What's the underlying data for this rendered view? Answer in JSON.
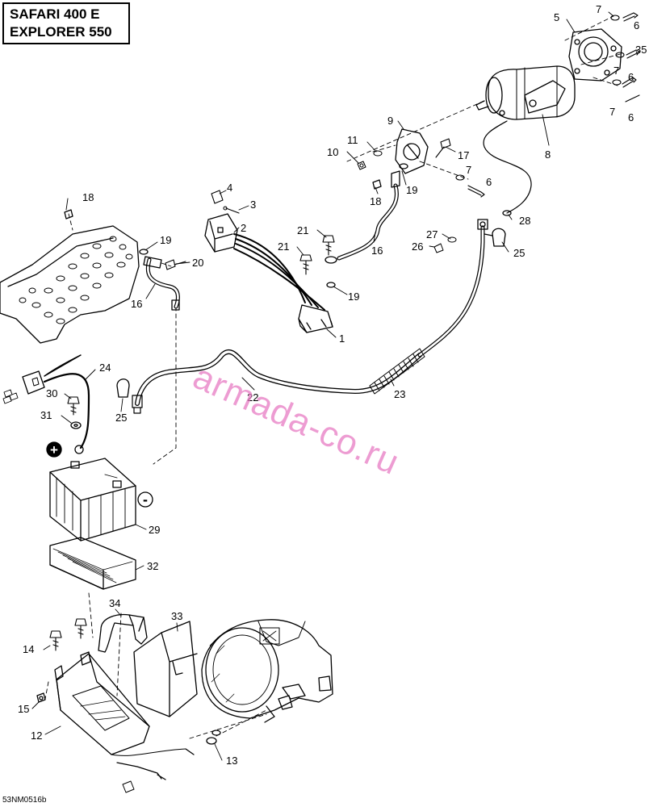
{
  "title": {
    "line1": "SAFARI 400 E",
    "line2": "EXPLORER 550"
  },
  "diagram_code": "53NM0516b",
  "watermark": "armada-co.ru",
  "polarity": {
    "positive": "+",
    "negative": "-"
  },
  "callouts": [
    {
      "id": "c1",
      "label": "1"
    },
    {
      "id": "c2",
      "label": "2"
    },
    {
      "id": "c3",
      "label": "3"
    },
    {
      "id": "c4",
      "label": "4"
    },
    {
      "id": "c5",
      "label": "5"
    },
    {
      "id": "c6a",
      "label": "6"
    },
    {
      "id": "c6b",
      "label": "6"
    },
    {
      "id": "c6c",
      "label": "6"
    },
    {
      "id": "c6d",
      "label": "6"
    },
    {
      "id": "c7a",
      "label": "7"
    },
    {
      "id": "c7b",
      "label": "7"
    },
    {
      "id": "c7c",
      "label": "7"
    },
    {
      "id": "c7d",
      "label": "7"
    },
    {
      "id": "c8",
      "label": "8"
    },
    {
      "id": "c9",
      "label": "9"
    },
    {
      "id": "c10",
      "label": "10"
    },
    {
      "id": "c11",
      "label": "11"
    },
    {
      "id": "c12",
      "label": "12"
    },
    {
      "id": "c13",
      "label": "13"
    },
    {
      "id": "c14",
      "label": "14"
    },
    {
      "id": "c15",
      "label": "15"
    },
    {
      "id": "c16a",
      "label": "16"
    },
    {
      "id": "c16b",
      "label": "16"
    },
    {
      "id": "c17",
      "label": "17"
    },
    {
      "id": "c18a",
      "label": "18"
    },
    {
      "id": "c18b",
      "label": "18"
    },
    {
      "id": "c19a",
      "label": "19"
    },
    {
      "id": "c19b",
      "label": "19"
    },
    {
      "id": "c19c",
      "label": "19"
    },
    {
      "id": "c20",
      "label": "20"
    },
    {
      "id": "c21a",
      "label": "21"
    },
    {
      "id": "c21b",
      "label": "21"
    },
    {
      "id": "c22",
      "label": "22"
    },
    {
      "id": "c23",
      "label": "23"
    },
    {
      "id": "c24",
      "label": "24"
    },
    {
      "id": "c25a",
      "label": "25"
    },
    {
      "id": "c25b",
      "label": "25"
    },
    {
      "id": "c26",
      "label": "26"
    },
    {
      "id": "c27",
      "label": "27"
    },
    {
      "id": "c28",
      "label": "28"
    },
    {
      "id": "c29",
      "label": "29"
    },
    {
      "id": "c30",
      "label": "30"
    },
    {
      "id": "c31",
      "label": "31"
    },
    {
      "id": "c32",
      "label": "32"
    },
    {
      "id": "c33",
      "label": "33"
    },
    {
      "id": "c34",
      "label": "34"
    },
    {
      "id": "c35",
      "label": "35"
    }
  ]
}
